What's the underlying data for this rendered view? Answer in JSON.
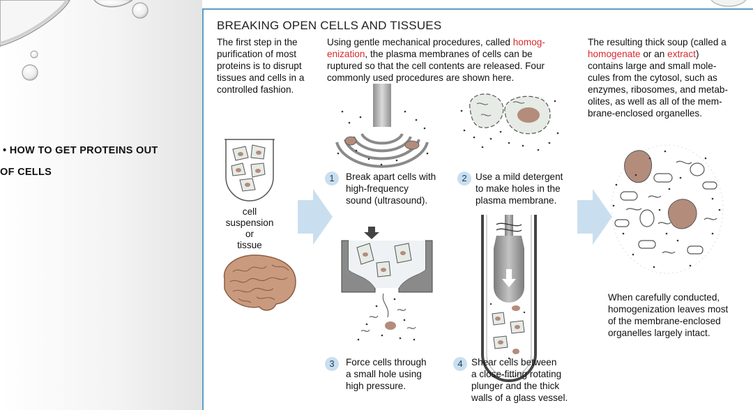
{
  "slide": {
    "bullet_line1": "•  HOW TO GET PROTEINS OUT",
    "bullet_line2": "OF CELLS"
  },
  "figure": {
    "title": "BREAKING OPEN CELLS AND TISSUES",
    "intro_lines": [
      "The first step in the",
      "purification of most",
      "proteins is to disrupt",
      "tissues and cells in a",
      "controlled fashion."
    ],
    "middle_line1_pre": "Using gentle mechanical procedures, called ",
    "middle_line1_red": "homog-",
    "middle_line2_red": "enization",
    "middle_line2_post": ", the plasma membranes of cells can be",
    "middle_line3": "ruptured so that the cell contents are released. Four",
    "middle_line4": "commonly used procedures are shown here.",
    "right_line1": "The resulting thick soup (called a",
    "right_line2_red1": "homogenate",
    "right_line2_mid": " or an ",
    "right_line2_red2": "extract",
    "right_line2_post": ")",
    "right_line3": "contains large and small mole-",
    "right_line4": "cules from the cytosol, such as",
    "right_line5": "enzymes, ribosomes, and metab-",
    "right_line6": "olites, as well as all of the mem-",
    "right_line7": "brane-enclosed organelles.",
    "suspension_lines": [
      "cell",
      "suspension",
      "or",
      "tissue"
    ],
    "steps": [
      {
        "num": "1",
        "lines": [
          "Break apart cells with",
          "high-frequency",
          "sound (ultrasound)."
        ]
      },
      {
        "num": "2",
        "lines": [
          "Use a mild detergent",
          "to make holes in the",
          "plasma membrane."
        ]
      },
      {
        "num": "3",
        "lines": [
          "Force cells through",
          "a small hole using",
          "high pressure."
        ]
      },
      {
        "num": "4",
        "lines": [
          "Shear cells between",
          "a close-fitting rotating",
          "plunger and the thick",
          "walls of a glass vessel."
        ]
      }
    ],
    "conclusion_lines": [
      "When carefully conducted,",
      "homogenization leaves most",
      "of the membrane-enclosed",
      "organelles largely intact."
    ],
    "colors": {
      "accent_blue": "#5b9fc7",
      "arrow_fill": "#c9dff0",
      "red_term": "#d8282e",
      "cell_fill": "#e6ebe6",
      "nucleus": "#b38c7c",
      "tissue": "#c99a7e"
    }
  }
}
